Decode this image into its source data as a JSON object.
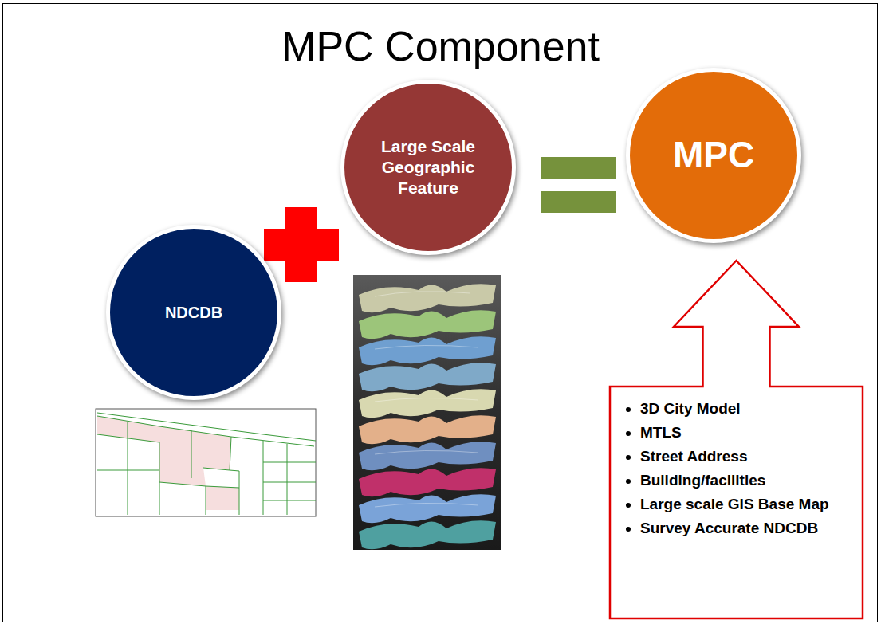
{
  "diagram": {
    "title": "MPC Component",
    "nodes": [
      {
        "text": [
          "NDCDB"
        ]
      },
      {
        "text": [
          "Large Scale Geographic Feature"
        ]
      },
      {
        "text": [
          "MPC"
        ]
      },
      {
        "text": [
          "3D City Model",
          "MTLS",
          "Street Address",
          "Building/facilities",
          "Large scale GIS Base Map",
          "Survey Accurate NDCDB"
        ]
      }
    ]
  }
}
